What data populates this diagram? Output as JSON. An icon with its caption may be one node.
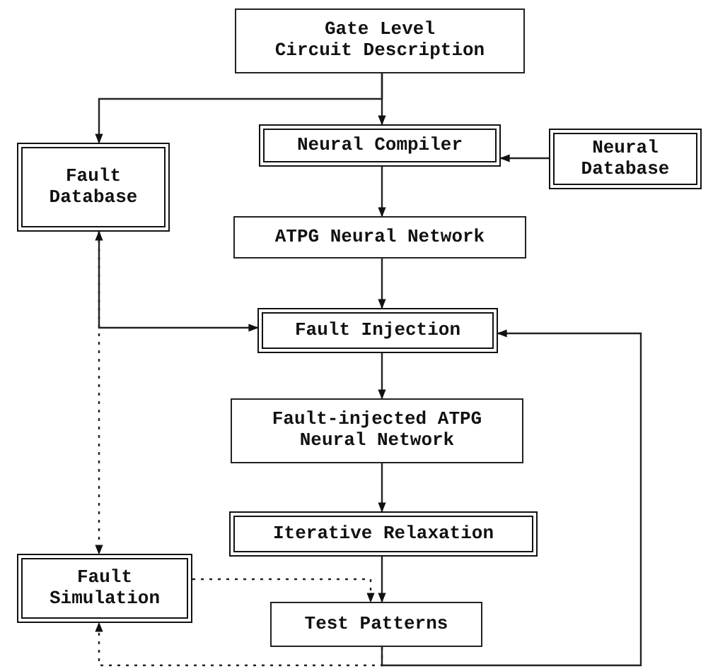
{
  "diagram": {
    "nodes": [
      {
        "text": [
          "Gate Level Circuit Description"
        ]
      },
      {
        "text": [
          "Fault Database"
        ]
      },
      {
        "text": [
          "Neural Compiler"
        ]
      },
      {
        "text": [
          "Neural Database"
        ]
      },
      {
        "text": [
          "ATPG Neural Network"
        ]
      },
      {
        "text": [
          "Fault Injection"
        ]
      },
      {
        "text": [
          "Fault-injected ATPG Neural Network"
        ]
      },
      {
        "text": [
          "Iterative Relaxation"
        ]
      },
      {
        "text": [
          "Fault Simulation"
        ]
      },
      {
        "text": [
          "Test Patterns"
        ]
      }
    ],
    "edges": [
      {
        "from": 0,
        "to": 2,
        "arrow": "to"
      },
      {
        "from": 0,
        "to": 1,
        "arrow": "to"
      },
      {
        "from": 3,
        "to": 2,
        "arrow": "to"
      },
      {
        "from": 2,
        "to": 4,
        "arrow": "to"
      },
      {
        "from": 4,
        "to": 5,
        "arrow": "to"
      },
      {
        "from": 1,
        "to": 5,
        "arrow": "to"
      },
      {
        "from": 1,
        "to": 8,
        "arrow": "both",
        "style": "dashed"
      },
      {
        "from": 5,
        "to": 6,
        "arrow": "to"
      },
      {
        "from": 6,
        "to": 7,
        "arrow": "to"
      },
      {
        "from": 7,
        "to": 9,
        "arrow": "to"
      },
      {
        "from": 8,
        "to": 9,
        "arrow": "to",
        "style": "dashed"
      },
      {
        "from": 9,
        "to": 8,
        "arrow": "to",
        "style": "dashed"
      },
      {
        "from": 9,
        "to": 5,
        "arrow": "to"
      }
    ]
  }
}
